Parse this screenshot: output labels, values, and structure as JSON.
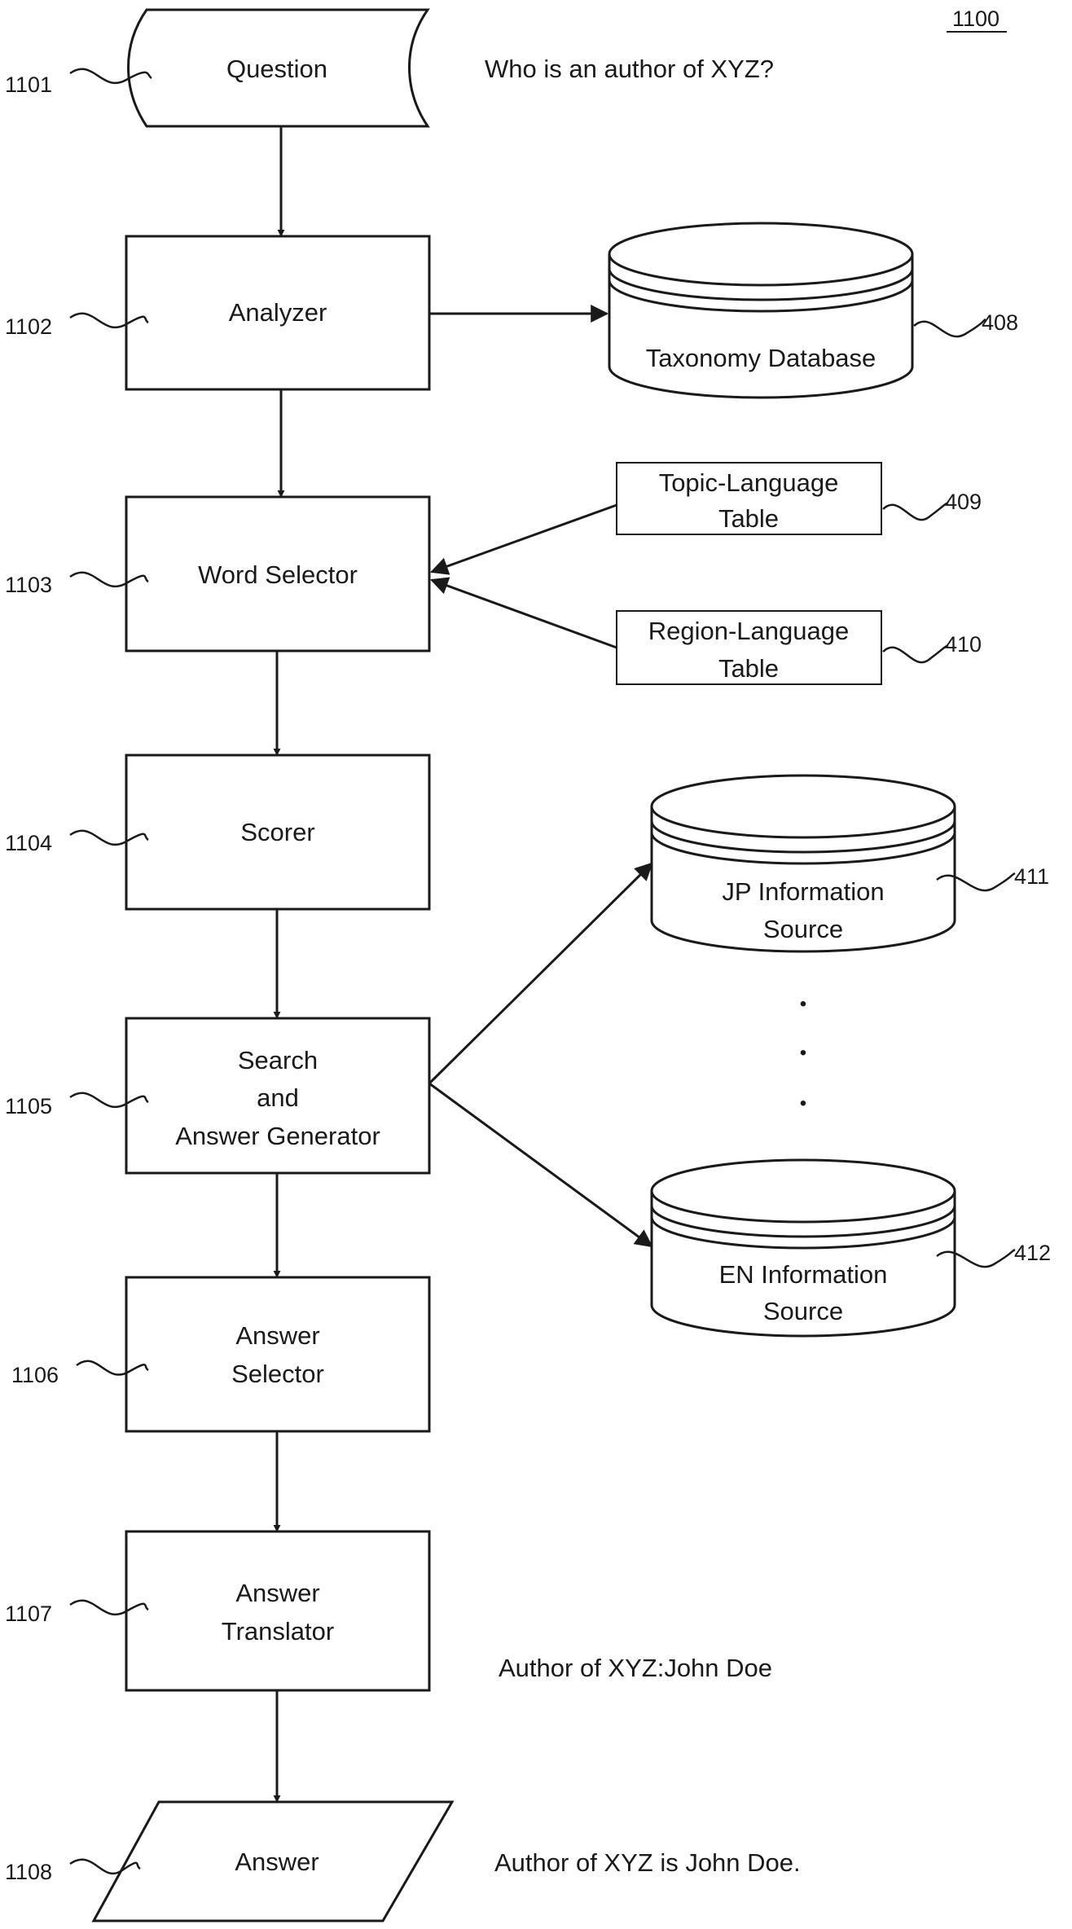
{
  "figure_number": "1100",
  "nodes": {
    "question": {
      "label": "Question",
      "ref": "1101"
    },
    "analyzer": {
      "label": "Analyzer",
      "ref": "1102"
    },
    "word_selector": {
      "label": "Word Selector",
      "ref": "1103"
    },
    "scorer": {
      "label": "Scorer",
      "ref": "1104"
    },
    "search_answer_generator": {
      "lines": [
        "Search",
        "and",
        "Answer Generator"
      ],
      "ref": "1105"
    },
    "answer_selector": {
      "lines": [
        "Answer",
        "Selector"
      ],
      "ref": "1106"
    },
    "answer_translator": {
      "lines": [
        "Answer",
        "Translator"
      ],
      "ref": "1107"
    },
    "answer": {
      "label": "Answer",
      "ref": "1108"
    }
  },
  "resources": {
    "taxonomy_database": {
      "label": "Taxonomy Database",
      "ref": "408"
    },
    "topic_language_table": {
      "lines": [
        "Topic-Language",
        "Table"
      ],
      "ref": "409"
    },
    "region_language_table": {
      "lines": [
        "Region-Language",
        "Table"
      ],
      "ref": "410"
    },
    "jp_information_source": {
      "lines": [
        "JP Information",
        "Source"
      ],
      "ref": "411"
    },
    "en_information_source": {
      "lines": [
        "EN Information",
        "Source"
      ],
      "ref": "412"
    }
  },
  "annotations": {
    "question_text": "Who is an author of XYZ?",
    "translated_text": "Author of XYZ:John Doe",
    "answer_text": "Author of XYZ is John Doe."
  },
  "ellipsis_dots": [
    "•",
    "•",
    "•"
  ],
  "colors": {
    "ink": "#1a1a1a",
    "background": "#ffffff"
  }
}
